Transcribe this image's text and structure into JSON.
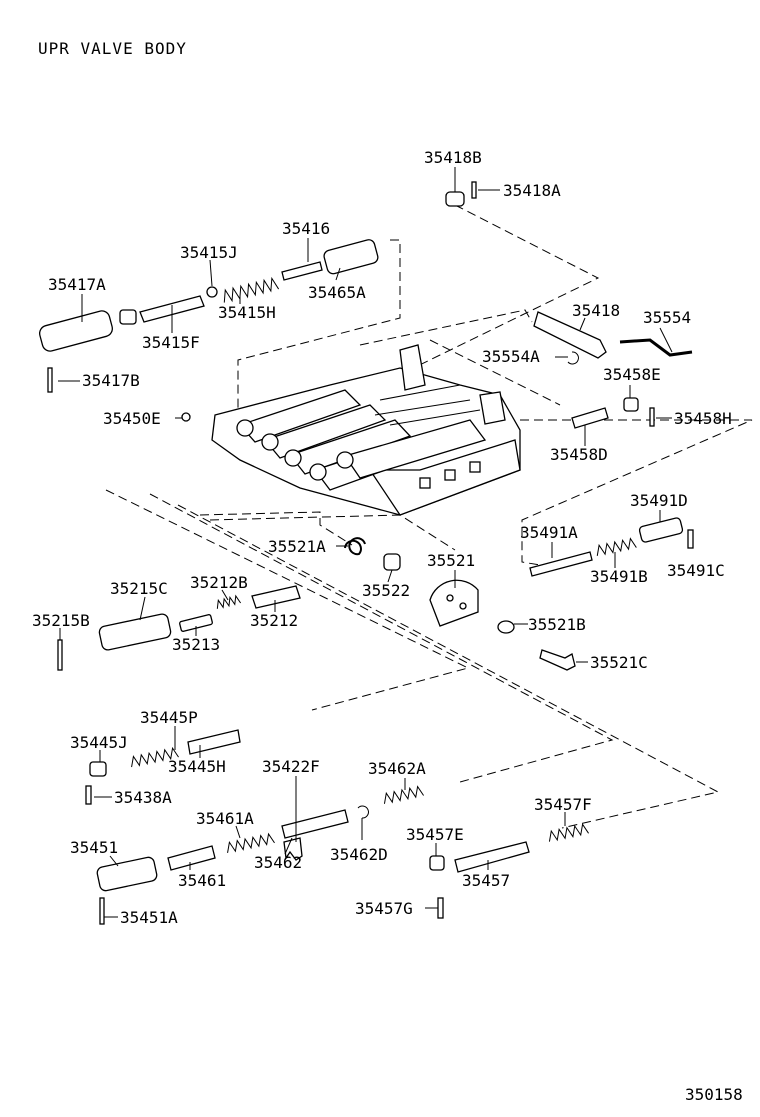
{
  "title": "UPR VALVE BODY",
  "figure_code": "350158",
  "labels": [
    "35418B",
    "35418A",
    "35416",
    "35415J",
    "35465A",
    "35417A",
    "35415H",
    "35415F",
    "35418",
    "35554",
    "35554A",
    "35458E",
    "35417B",
    "35450E",
    "35458H",
    "35458D",
    "35491D",
    "35491A",
    "35521A",
    "35521",
    "35491B",
    "35491C",
    "35522",
    "35215C",
    "35212B",
    "35215B",
    "35213",
    "35212",
    "35521B",
    "35521C",
    "35445P",
    "35445J",
    "35445H",
    "35422F",
    "35462A",
    "35438A",
    "35461A",
    "35457F",
    "35451",
    "35457E",
    "35462D",
    "35461",
    "35462",
    "35457",
    "35457G",
    "35451A"
  ]
}
